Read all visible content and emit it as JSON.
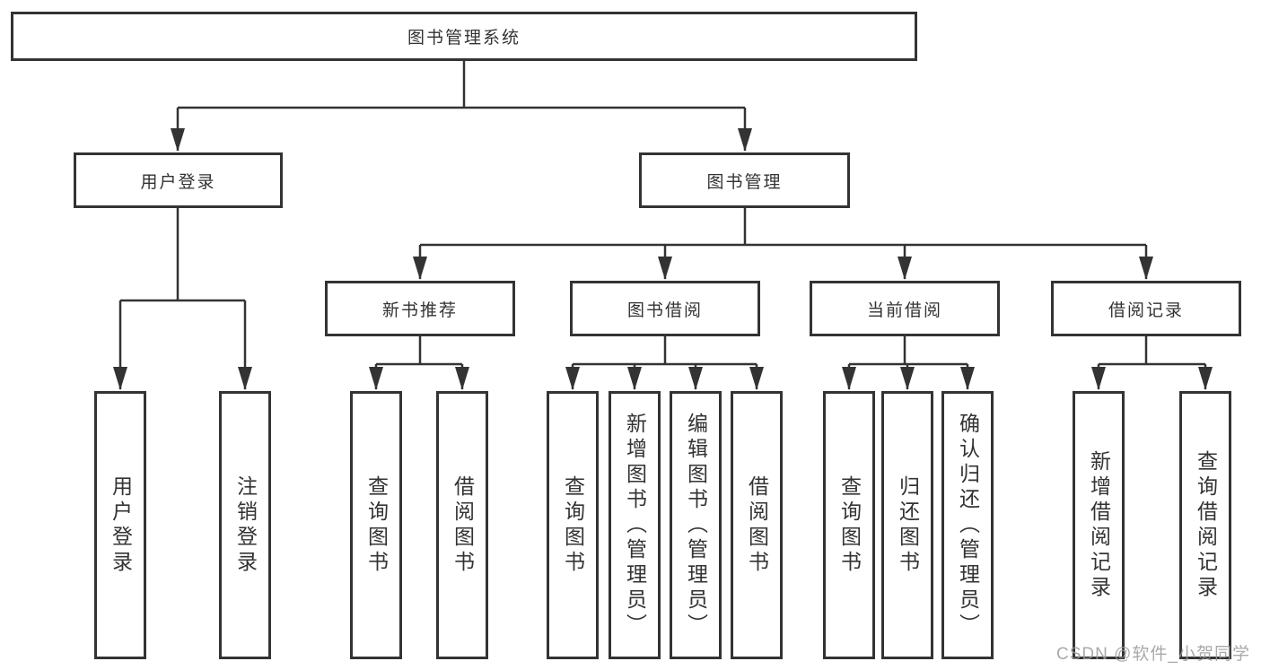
{
  "tree": {
    "root": {
      "label": "图书管理系统"
    },
    "user_login_branch": {
      "label": "用户登录",
      "children": [
        {
          "label": "用户登录"
        },
        {
          "label": "注销登录"
        }
      ]
    },
    "book_mgmt_branch": {
      "label": "图书管理",
      "groups": [
        {
          "label": "新书推荐",
          "children": [
            {
              "label": "查询图书"
            },
            {
              "label": "借阅图书"
            }
          ]
        },
        {
          "label": "图书借阅",
          "children": [
            {
              "label": "查询图书"
            },
            {
              "label": "新增图书（管理员）"
            },
            {
              "label": "编辑图书（管理员）"
            },
            {
              "label": "借阅图书"
            }
          ]
        },
        {
          "label": "当前借阅",
          "children": [
            {
              "label": "查询图书"
            },
            {
              "label": "归还图书"
            },
            {
              "label": "确认归还（管理员）"
            }
          ]
        },
        {
          "label": "借阅记录",
          "children": [
            {
              "label": "新增借阅记录"
            },
            {
              "label": "查询借阅记录"
            }
          ]
        }
      ]
    }
  },
  "colors": {
    "line": "#333333",
    "box_border": "#333333",
    "watermark": "#9b9b9b"
  },
  "watermark": {
    "text": "CSDN @软件_小贺同学"
  }
}
